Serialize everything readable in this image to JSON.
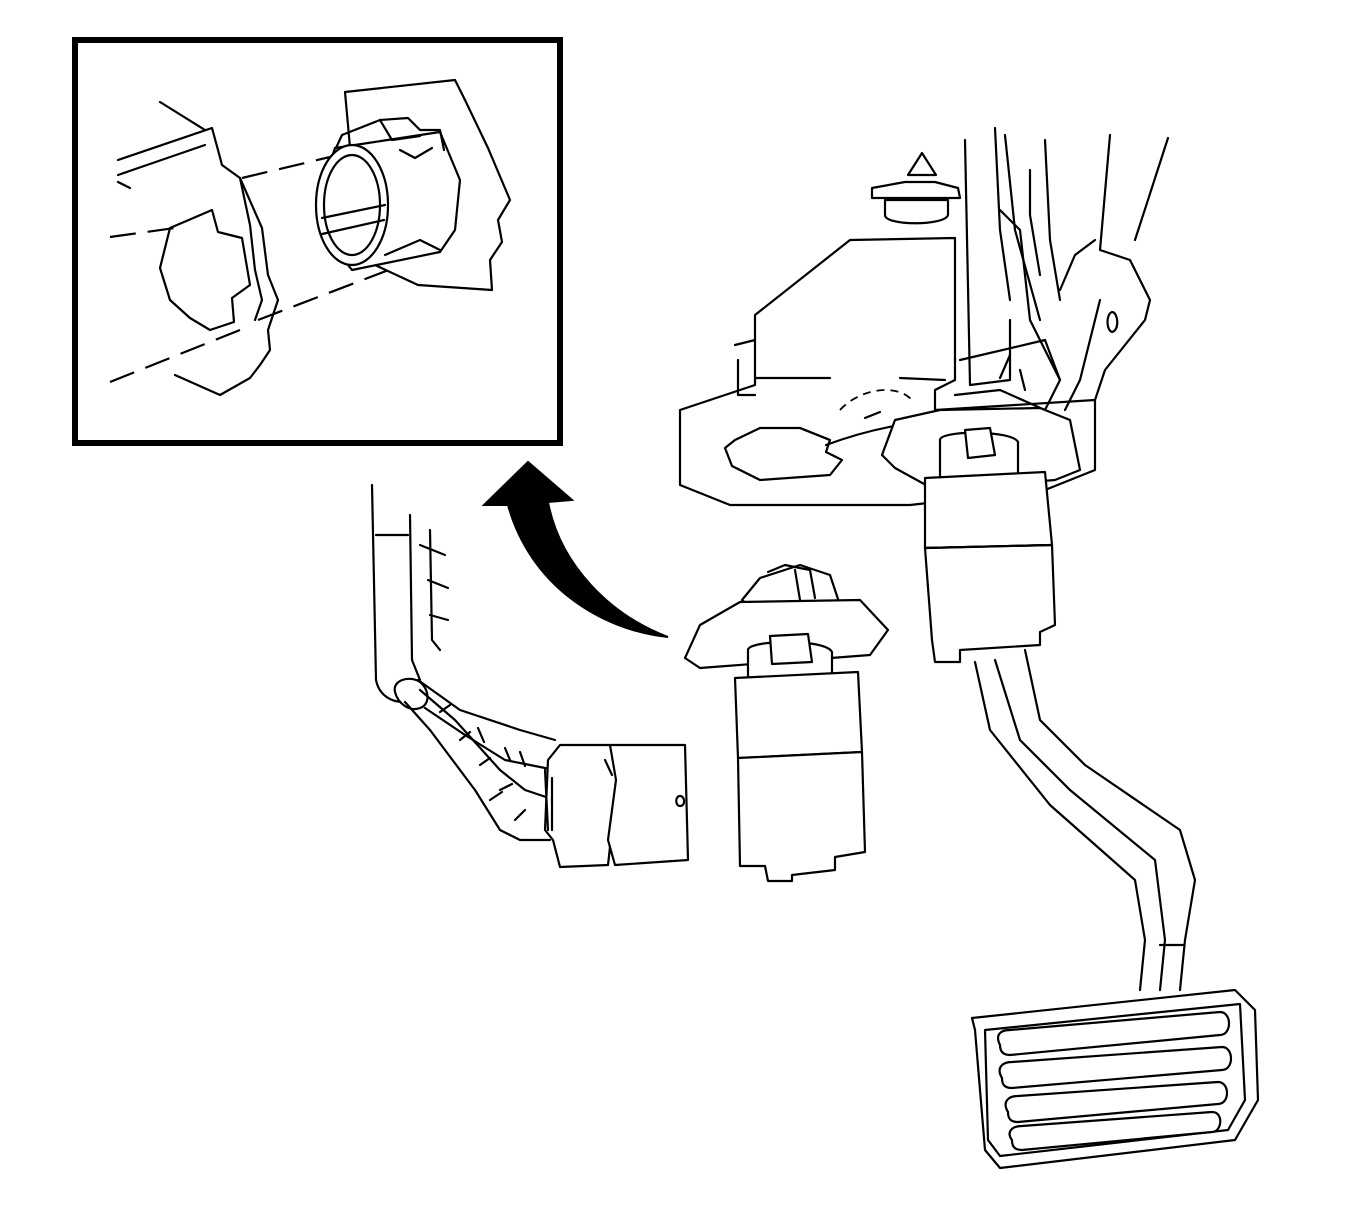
{
  "diagram": {
    "colors": {
      "stroke": "#000000",
      "background": "#ffffff"
    },
    "parts": [
      "inset-detail",
      "pedal-bracket",
      "mount-hole",
      "installed-switch",
      "pedal-arm",
      "pedal-pad",
      "removed-switch",
      "removal-arrow",
      "wiring-harness",
      "electrical-connector"
    ]
  }
}
